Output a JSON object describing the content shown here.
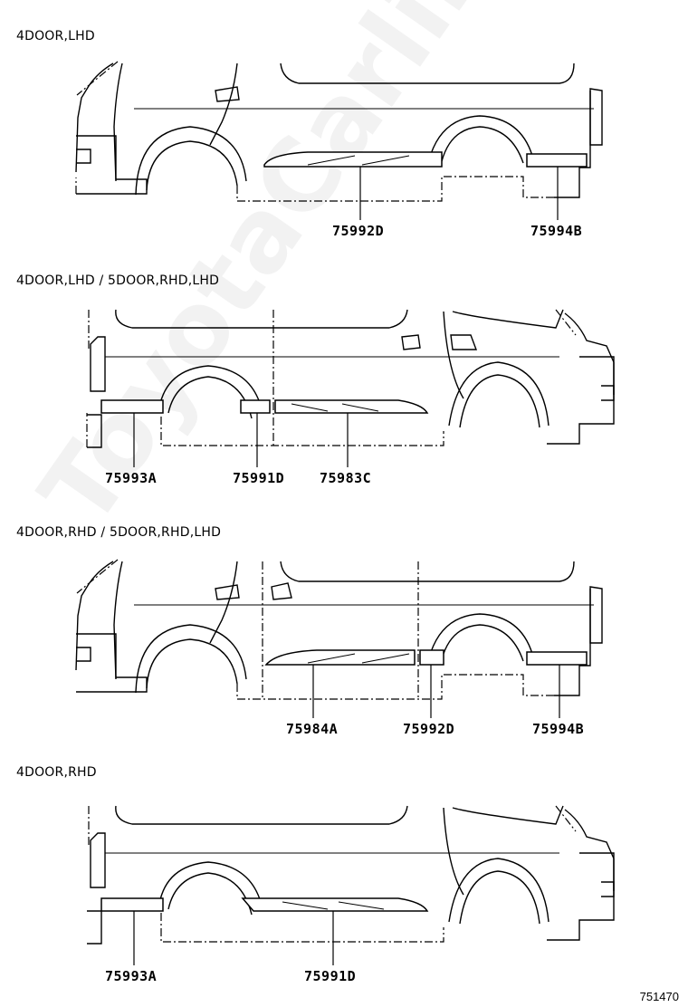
{
  "watermark": "ToyotaCarline.ru",
  "reference_number": "751470",
  "sections": [
    {
      "title": "4DOOR,LHD",
      "parts": [
        "75992D",
        "75994B"
      ]
    },
    {
      "title": "4DOOR,LHD / 5DOOR,RHD,LHD",
      "parts": [
        "75993A",
        "75991D",
        "75983C"
      ]
    },
    {
      "title": "4DOOR,RHD / 5DOOR,RHD,LHD",
      "parts": [
        "75984A",
        "75992D",
        "75994B"
      ]
    },
    {
      "title": "4DOOR,RHD",
      "parts": [
        "75993A",
        "75991D"
      ]
    }
  ]
}
